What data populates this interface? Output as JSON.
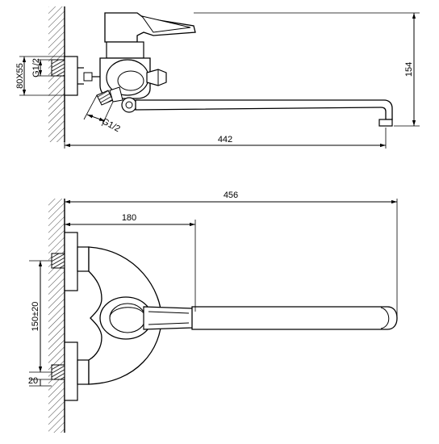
{
  "side_view": {
    "dim_height": "154",
    "dim_length": "442",
    "dim_flange": "80X55",
    "dim_thread_top": "G1/2",
    "dim_thread_inlet": "G1/2"
  },
  "top_view": {
    "dim_total": "456",
    "dim_partial": "180",
    "dim_center": "150±20",
    "dim_offset": "20"
  },
  "colors": {
    "line": "#000000",
    "hatch": "#444444",
    "background": "#ffffff"
  }
}
